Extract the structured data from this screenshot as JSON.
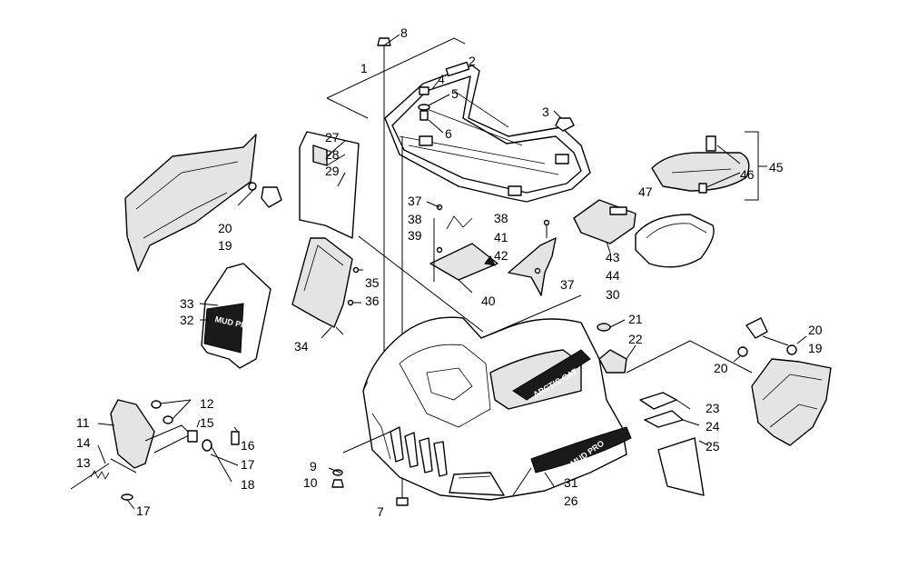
{
  "labels": {
    "l1": "1",
    "l2": "2",
    "l3": "3",
    "l4": "4",
    "l5": "5",
    "l6": "6",
    "l7": "7",
    "l8": "8",
    "l9": "9",
    "l10": "10",
    "l11": "11",
    "l12": "12",
    "l13": "13",
    "l14": "14",
    "l15": "15",
    "l16": "16",
    "l17a": "17",
    "l17b": "17",
    "l18": "18",
    "l19a": "19",
    "l19b": "19",
    "l20a": "20",
    "l20b": "20",
    "l20c": "20",
    "l21": "21",
    "l22": "22",
    "l23": "23",
    "l24": "24",
    "l25": "25",
    "l26": "26",
    "l27": "27",
    "l28": "28",
    "l29": "29",
    "l30": "30",
    "l31": "31",
    "l32": "32",
    "l33": "33",
    "l34": "34",
    "l35": "35",
    "l36": "36",
    "l37a": "37",
    "l37b": "37",
    "l38a": "38",
    "l38b": "38",
    "l39": "39",
    "l40": "40",
    "l41": "41",
    "l42": "42",
    "l43": "43",
    "l44": "44",
    "l45": "45",
    "l46": "46",
    "l47": "47"
  },
  "decals": {
    "side_panel_decal": "MUD PRO",
    "hood_decal": "MUD PRO",
    "cap_decal": "ARCTIC CAT"
  },
  "colors": {
    "line": "#000000",
    "fill": "#ffffff",
    "shade": "#e4e4e4",
    "decal": "#1a1a1a"
  }
}
